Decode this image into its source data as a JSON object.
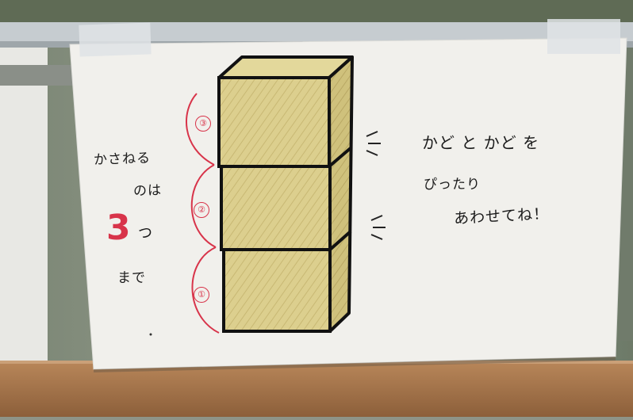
{
  "sign": {
    "left_line_1": "かさねる",
    "left_line_2": "のは",
    "big_number": "3",
    "counter": "つ",
    "left_line_3": "まで",
    "right_line_1": "かど と かど を",
    "right_line_2": "ぴったり",
    "right_line_3": "あわせてね！",
    "circled_numbers": [
      "③",
      "②",
      "①"
    ]
  },
  "colors": {
    "accent_red": "#d8344a",
    "block_fill": "#d9cf8c",
    "paper": "#f1f0ec",
    "wood": "#a3744a"
  }
}
